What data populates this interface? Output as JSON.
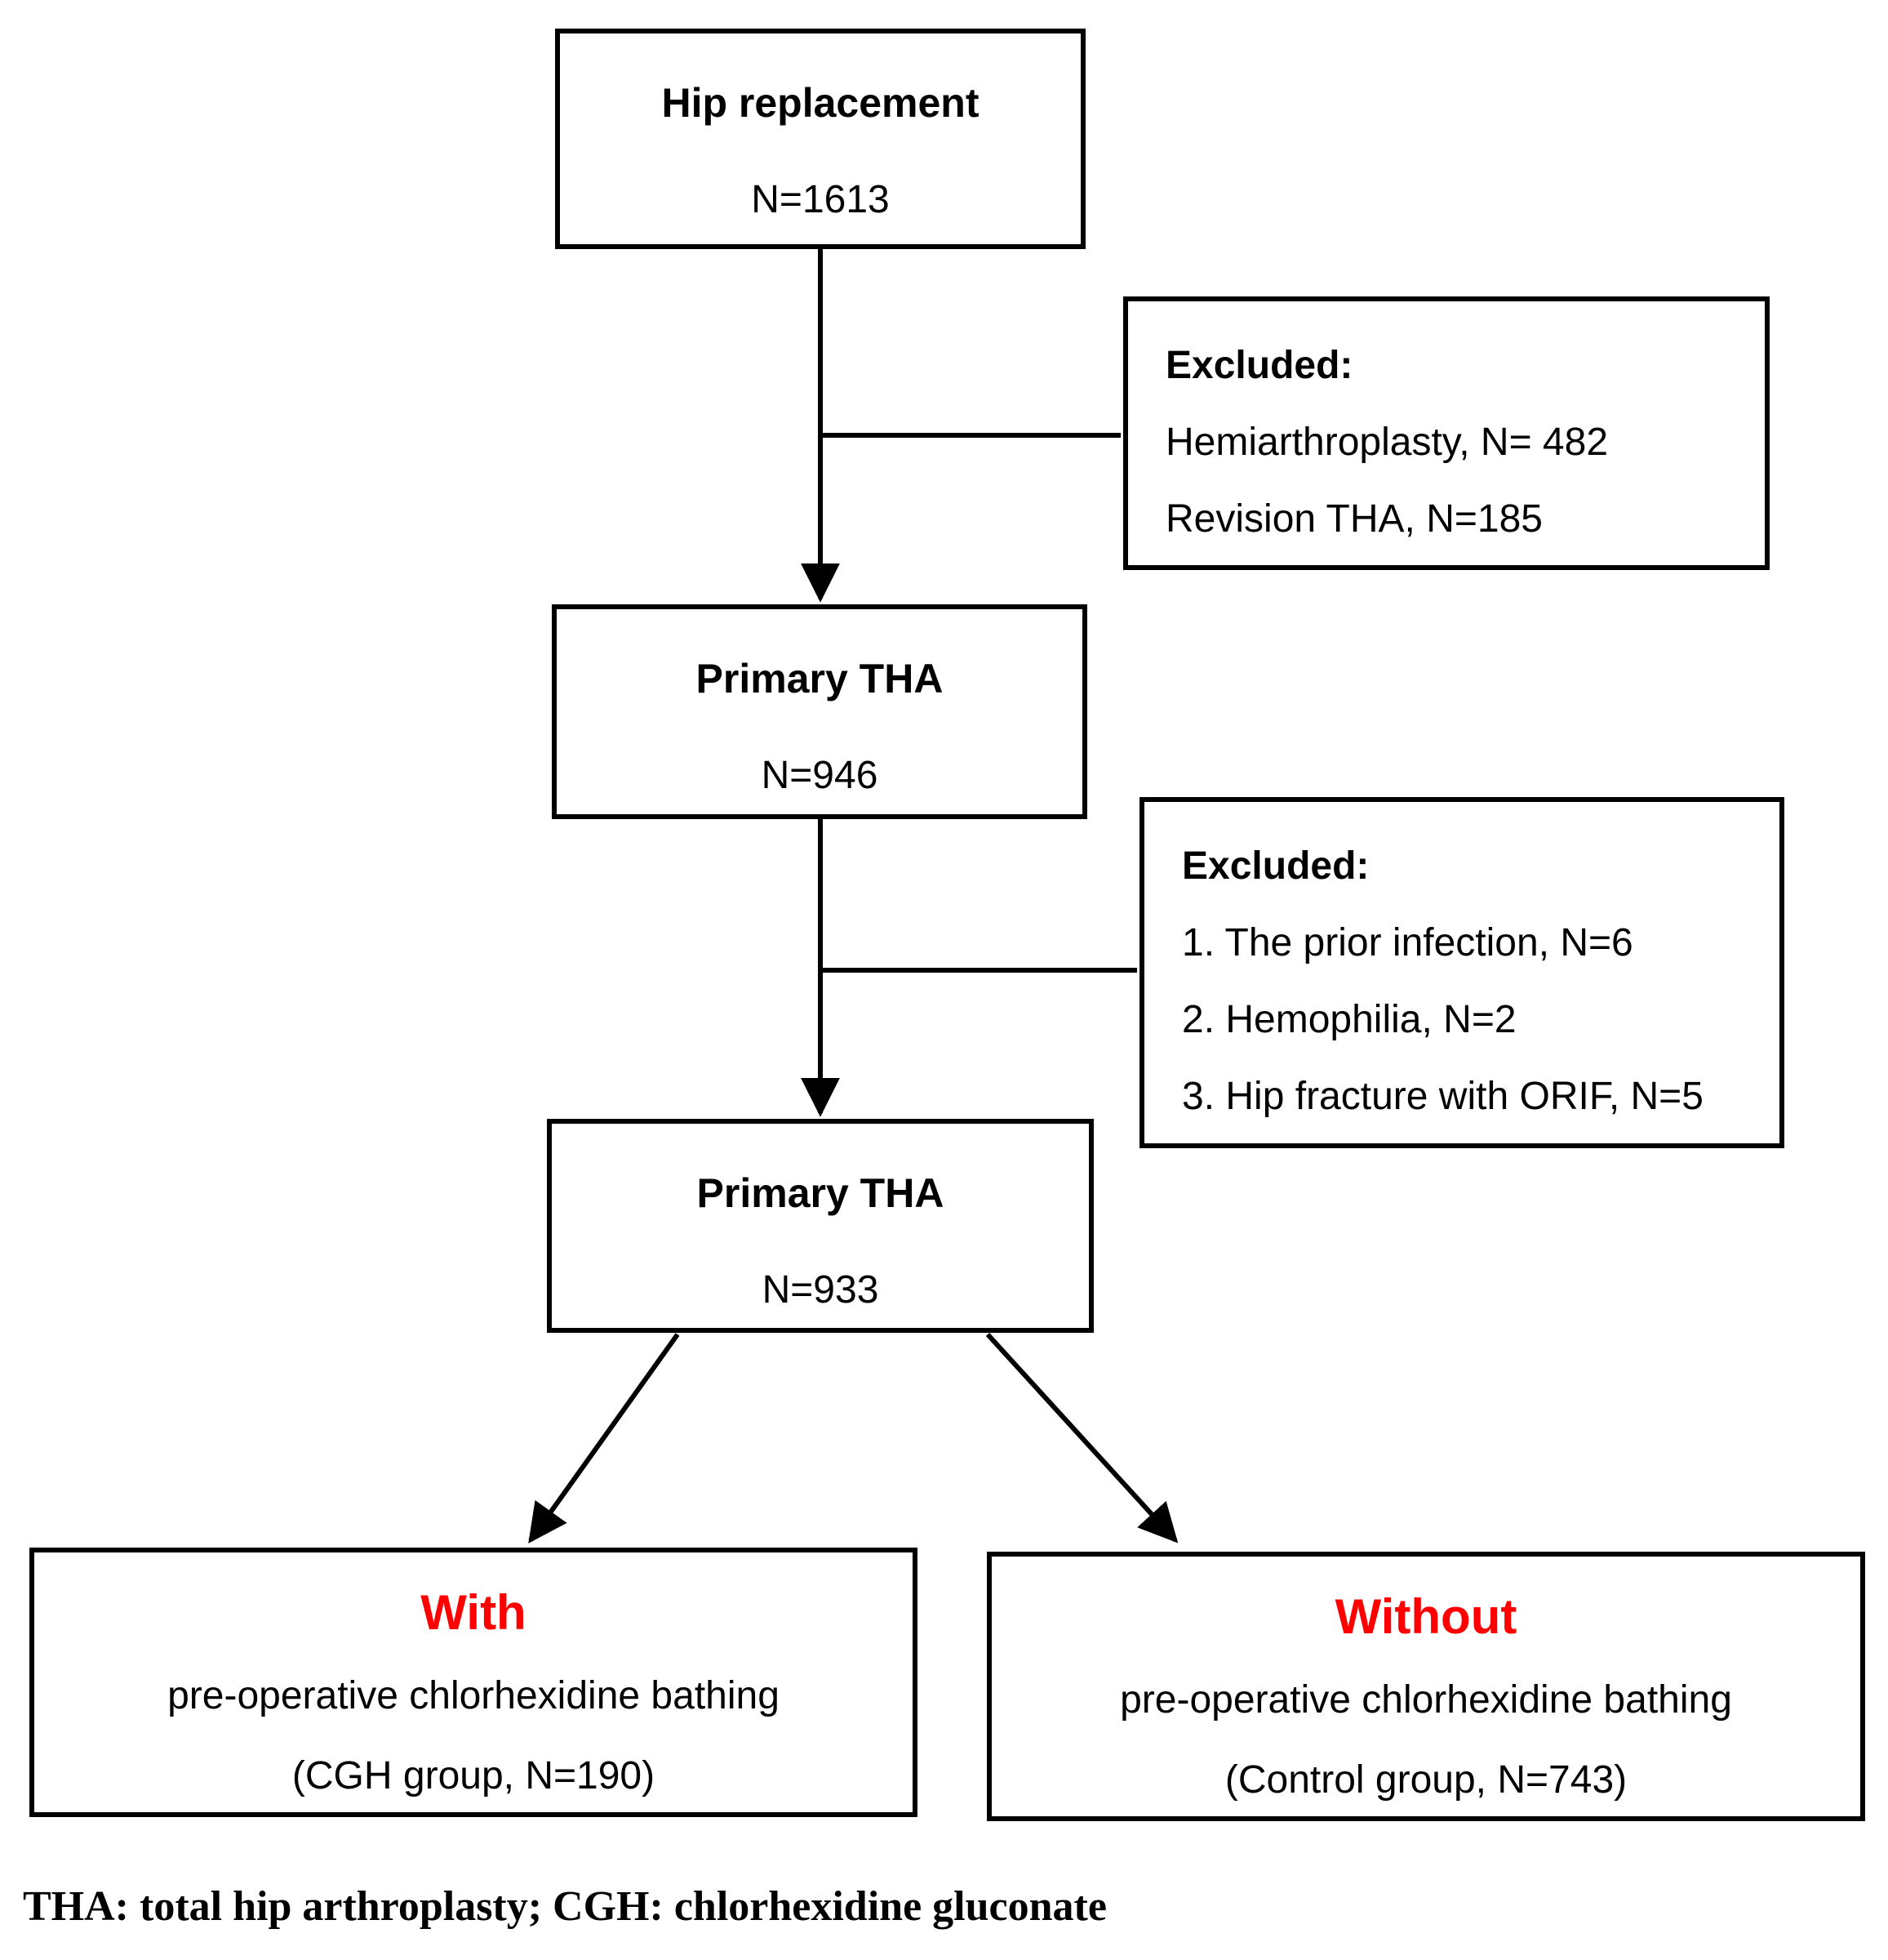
{
  "figure": {
    "background": "#ffffff",
    "line_color": "#000000",
    "highlight_color": "#fe0000",
    "boxes": {
      "hip": {
        "title": "Hip replacement",
        "count": "N=1613"
      },
      "excluded1": {
        "heading": "Excluded:",
        "items": [
          "Hemiarthroplasty, N= 482",
          "Revision THA, N=185"
        ]
      },
      "primary1": {
        "title": "Primary THA",
        "count": "N=946"
      },
      "excluded2": {
        "heading": "Excluded:",
        "items": [
          "1. The prior infection, N=6",
          "2. Hemophilia, N=2",
          "3. Hip fracture with ORIF, N=5"
        ]
      },
      "primary2": {
        "title": "Primary THA",
        "count": "N=933"
      },
      "group_with": {
        "keyword": "With",
        "description": "pre-operative chlorhexidine bathing",
        "label": "(CGH group, N=190)"
      },
      "group_without": {
        "keyword": "Without",
        "description": "pre-operative chlorhexidine bathing",
        "label": "(Control group, N=743)"
      }
    },
    "footnote": "THA: total hip arthroplasty; CGH: chlorhexidine gluconate"
  }
}
